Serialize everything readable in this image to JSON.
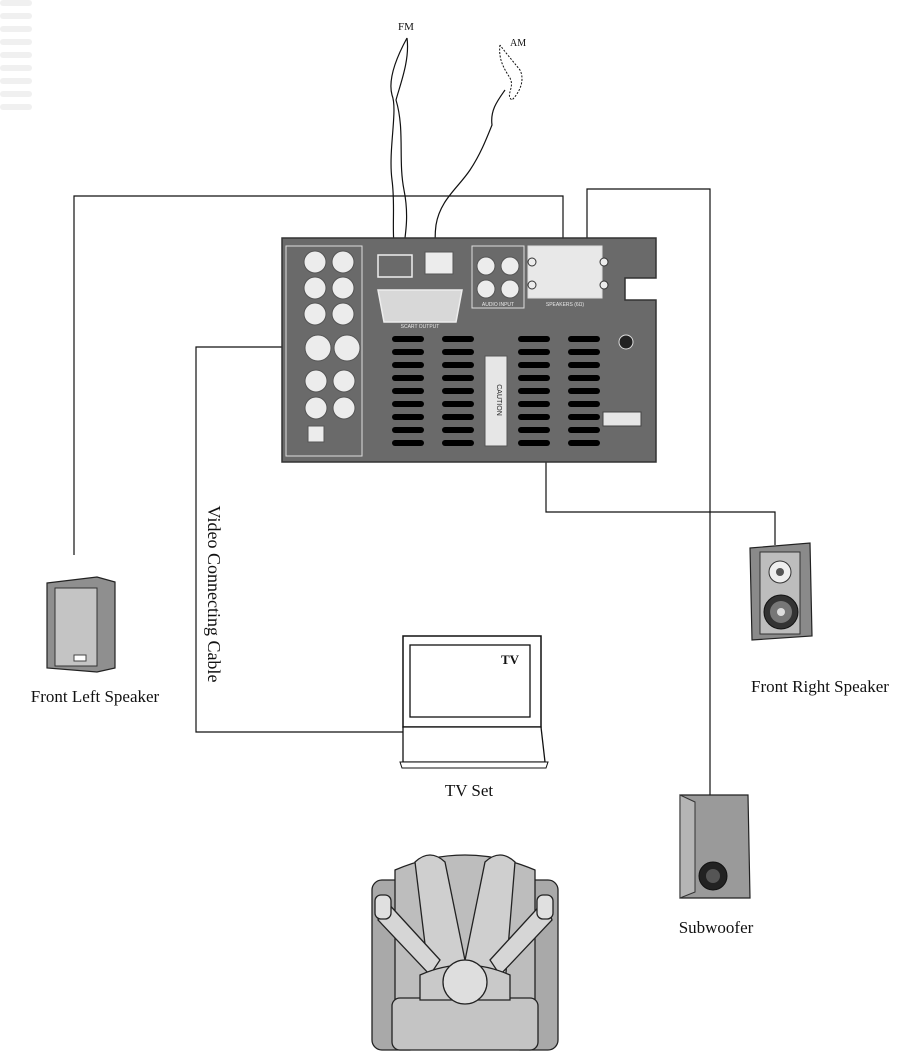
{
  "antenna": {
    "fm_label": "FM",
    "am_label": "AM"
  },
  "panel": {
    "scart_label": "SCART OUTPUT",
    "audio_input_label": "AUDIO INPUT",
    "speaker_terminal_label": "SPEAKERS (6Ω)",
    "caution_label": "CAUTION"
  },
  "labels": {
    "front_left_speaker": "Front Left Speaker",
    "front_right_speaker": "Front Right Speaker",
    "tv_set": "TV Set",
    "tv_screen": "TV",
    "subwoofer": "Subwoofer",
    "video_cable": "Video Connecting Cable"
  },
  "colors": {
    "panel": "#6a6a6a",
    "line": "#111111",
    "speaker_body": "#9a9a9a"
  }
}
